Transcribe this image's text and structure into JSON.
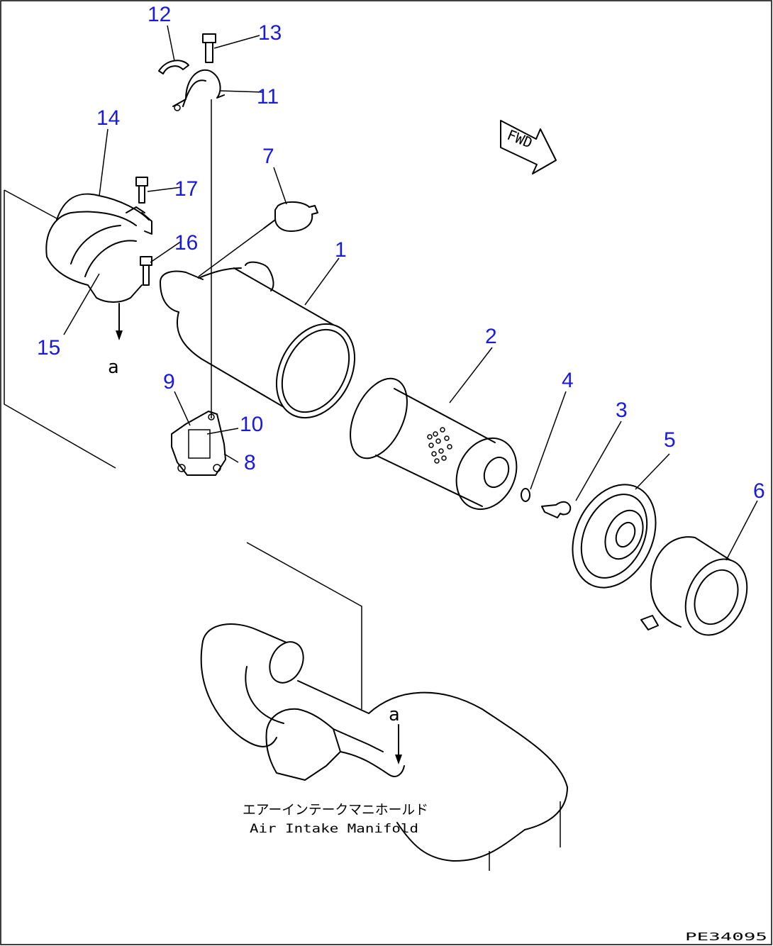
{
  "diagram": {
    "parts": [
      {
        "id": "part-1",
        "label": "1"
      },
      {
        "id": "part-2",
        "label": "2"
      },
      {
        "id": "part-3",
        "label": "3"
      },
      {
        "id": "part-4",
        "label": "4"
      },
      {
        "id": "part-5",
        "label": "5"
      },
      {
        "id": "part-6",
        "label": "6"
      },
      {
        "id": "part-7",
        "label": "7"
      },
      {
        "id": "part-8",
        "label": "8"
      },
      {
        "id": "part-9",
        "label": "9"
      },
      {
        "id": "part-10",
        "label": "10"
      },
      {
        "id": "part-11",
        "label": "11"
      },
      {
        "id": "part-12",
        "label": "12"
      },
      {
        "id": "part-13",
        "label": "13"
      },
      {
        "id": "part-14",
        "label": "14"
      },
      {
        "id": "part-15",
        "label": "15"
      },
      {
        "id": "part-16",
        "label": "16"
      },
      {
        "id": "part-17",
        "label": "17"
      }
    ],
    "reference_marker": "a",
    "direction_label": "FWD",
    "manifold_label_jp": "エアーインテークマニホールド",
    "manifold_label_en": "Air Intake Manifold",
    "drawing_code": "PE34095",
    "colors": {
      "part_number": "#1a1adf",
      "line": "#000000"
    }
  }
}
